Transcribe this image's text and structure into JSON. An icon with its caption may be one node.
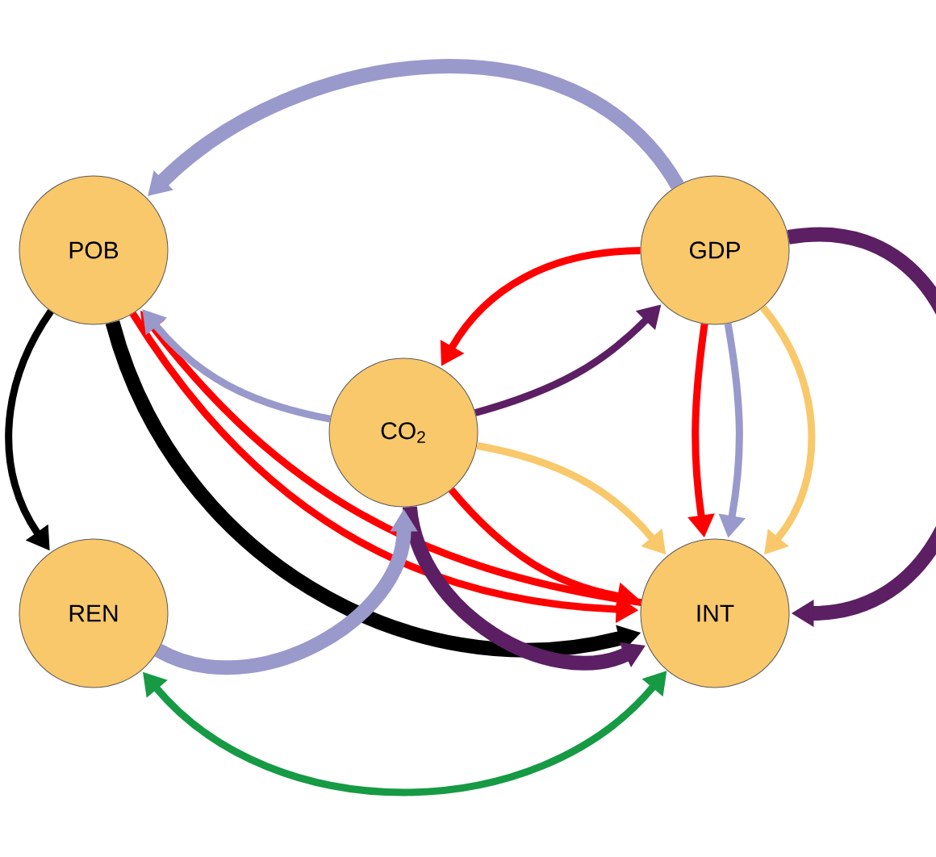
{
  "diagram": {
    "nodes": [
      {
        "text": [
          "POB"
        ]
      },
      {
        "text": [
          "GDP"
        ]
      },
      {
        "text": [
          "CO$_{2}$"
        ]
      },
      {
        "text": [
          "REN"
        ]
      },
      {
        "text": [
          "INT"
        ]
      }
    ],
    "edges": [
      {
        "from": 1,
        "to": 0,
        "arrow": "to",
        "style": "thick",
        "color": "#9999cc"
      },
      {
        "from": 0,
        "to": 3,
        "arrow": "to",
        "color": "#000000"
      },
      {
        "from": 0,
        "to": 4,
        "arrow": "to",
        "style": "thick",
        "color": "#000000"
      },
      {
        "from": 0,
        "to": 4,
        "arrow": "to",
        "color": "#ff0000"
      },
      {
        "from": 4,
        "to": 0,
        "arrow": "to",
        "color": "#ff0000"
      },
      {
        "from": 2,
        "to": 0,
        "arrow": "to",
        "color": "#9999cc"
      },
      {
        "from": 1,
        "to": 2,
        "arrow": "to",
        "color": "#ff0000"
      },
      {
        "from": 2,
        "to": 1,
        "arrow": "to",
        "color": "#5c1f63"
      },
      {
        "from": 2,
        "to": 4,
        "arrow": "to",
        "color": "#f9c86b"
      },
      {
        "from": 2,
        "to": 4,
        "arrow": "to",
        "color": "#ff0000"
      },
      {
        "from": 1,
        "to": 4,
        "arrow": "to",
        "color": "#ff0000"
      },
      {
        "from": 1,
        "to": 4,
        "arrow": "to",
        "color": "#9999cc"
      },
      {
        "from": 1,
        "to": 4,
        "arrow": "to",
        "color": "#f9c86b"
      },
      {
        "from": 1,
        "to": 4,
        "arrow": "to",
        "style": "thick",
        "color": "#5c1f63"
      },
      {
        "from": 2,
        "to": 4,
        "arrow": "to",
        "style": "thick",
        "color": "#5c1f63"
      },
      {
        "from": 3,
        "to": 2,
        "arrow": "to",
        "style": "thick",
        "color": "#9999cc"
      },
      {
        "from": 4,
        "to": 3,
        "arrow": "both",
        "color": "#169a44"
      }
    ]
  }
}
